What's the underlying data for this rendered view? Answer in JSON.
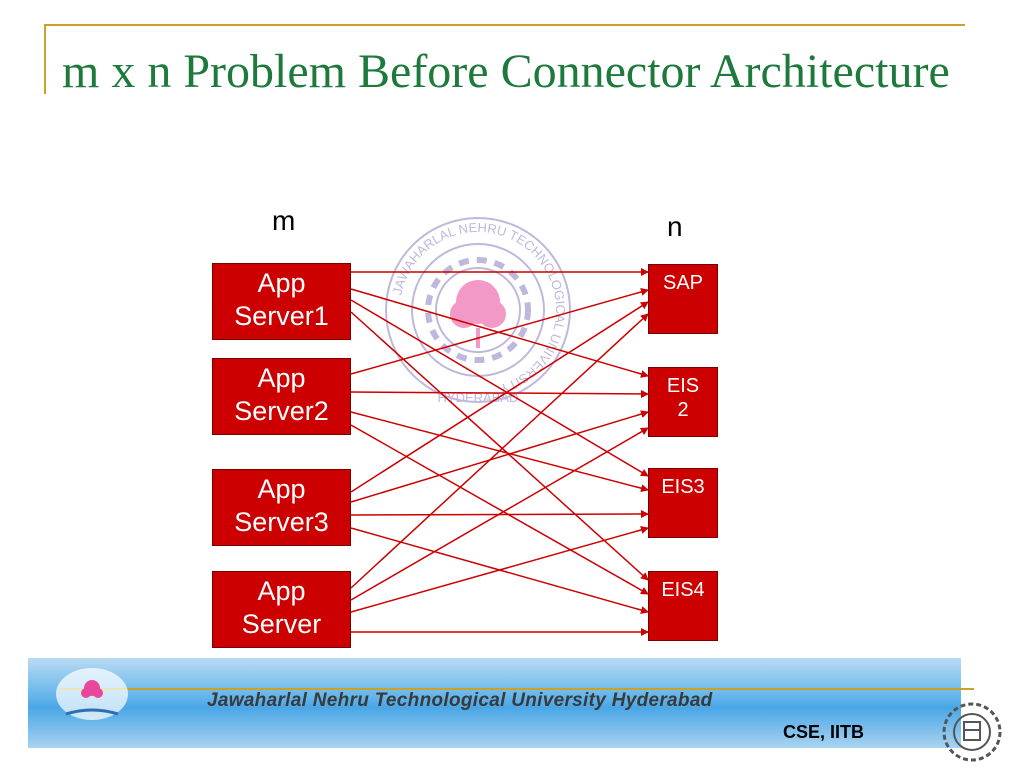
{
  "slide": {
    "title": "m x n Problem Before Connector Architecture"
  },
  "diagram": {
    "left_label": "m",
    "right_label": "n",
    "sources": [
      {
        "label": "App\nServer1"
      },
      {
        "label": "App\nServer2"
      },
      {
        "label": "App\nServer3"
      },
      {
        "label": "App\nServer"
      }
    ],
    "targets": [
      {
        "label": "SAP"
      },
      {
        "label": "EIS\n2"
      },
      {
        "label": "EIS3"
      },
      {
        "label": "EIS4"
      }
    ],
    "connections": [
      [
        0,
        0
      ],
      [
        0,
        1
      ],
      [
        0,
        2
      ],
      [
        0,
        3
      ],
      [
        1,
        0
      ],
      [
        1,
        1
      ],
      [
        1,
        2
      ],
      [
        1,
        3
      ],
      [
        2,
        0
      ],
      [
        2,
        1
      ],
      [
        2,
        2
      ],
      [
        2,
        3
      ],
      [
        3,
        0
      ],
      [
        3,
        1
      ],
      [
        3,
        2
      ],
      [
        3,
        3
      ]
    ],
    "line_color": "#cc0000",
    "box_color": "#cc0000"
  },
  "watermark": {
    "ring_text": "JAWAHARLAL NEHRU TECHNOLOGICAL UNIVERSITY",
    "city_text": "HYDERABAD"
  },
  "footer": {
    "banner_text": "Jawaharlal Nehru Technological University Hyderabad",
    "tag": "CSE, IITB"
  },
  "colors": {
    "title": "#1e7a3c",
    "rule": "#c9a227",
    "banner": "#4aa6e6"
  }
}
